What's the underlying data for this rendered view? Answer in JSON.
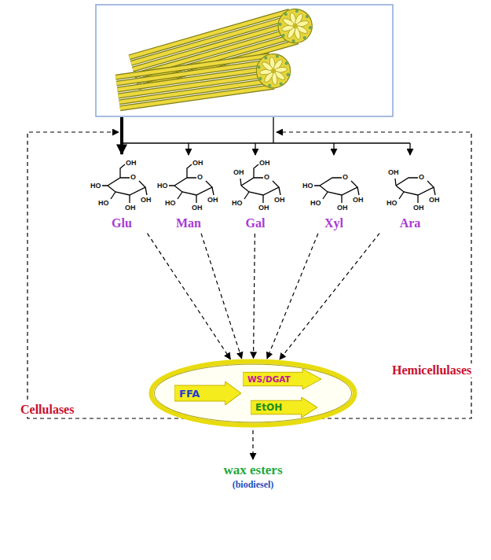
{
  "diagram": {
    "nodes": [
      {
        "text": [
          "OH",
          "O",
          "HO",
          "HO",
          "OH",
          "OH",
          "Glu"
        ]
      },
      {
        "text": [
          "OH",
          "O",
          "HO",
          "HO",
          "OH",
          "OH",
          "Man"
        ]
      },
      {
        "text": [
          "OH",
          "OH",
          "O",
          "HO",
          "OH",
          "OH",
          "Gal"
        ]
      },
      {
        "text": [
          "O",
          "HO",
          "HO",
          "OH",
          "OH",
          "Xyl"
        ]
      },
      {
        "text": [
          "OH",
          "O",
          "HO",
          "OH",
          "OH",
          "Ara"
        ]
      },
      {
        "text": []
      },
      {
        "text": [
          "FFA"
        ],
        "in": 5
      },
      {
        "text": [
          "WS/DGAT"
        ],
        "in": 5
      },
      {
        "text": [
          "EtOH"
        ],
        "in": 5
      }
    ],
    "edges": [
      {
        "from": 0,
        "to": 5,
        "arrow": "to"
      },
      {
        "from": 1,
        "to": 5,
        "arrow": "to"
      },
      {
        "from": 2,
        "to": 5,
        "arrow": "to"
      },
      {
        "from": 3,
        "to": 5,
        "arrow": "to"
      },
      {
        "from": 4,
        "to": 5,
        "arrow": "to"
      }
    ],
    "labels": [
      "Cellulases",
      "Hemicellulases",
      "wax esters",
      "(biodiesel)"
    ]
  }
}
